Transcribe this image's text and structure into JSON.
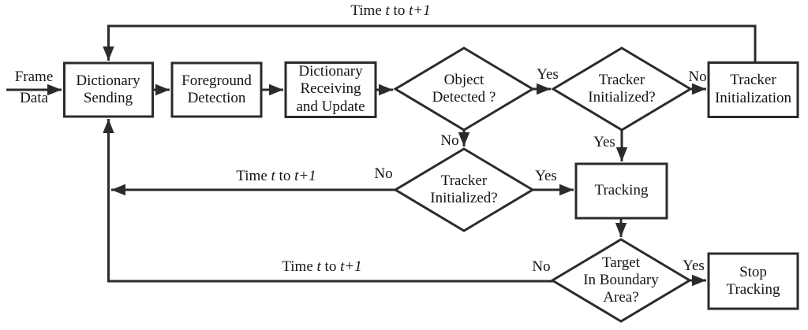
{
  "palette": {
    "line": "#2b2b2b",
    "text": "#151515",
    "node_fill": "#ffffff",
    "background": "#ffffff"
  },
  "nodes": {
    "frame_data_line1": "Frame",
    "frame_data_line2": "Data",
    "dictionary_sending": "Dictionary\nSending",
    "foreground_detection": "Foreground\nDetection",
    "dictionary_receiving": "Dictionary\nReceiving\nand Update",
    "object_detected": "Object\nDetected ?",
    "tracker_initialized_top": "Tracker\nInitialized?",
    "tracker_initialization": "Tracker\nInitialization",
    "tracker_initialized_mid": "Tracker\nInitialized?",
    "tracking": "Tracking",
    "target_in_boundary": "Target\nIn Boundary\nArea?",
    "stop_tracking": "Stop\nTracking"
  },
  "edge_labels": {
    "yes": "Yes",
    "no": "No",
    "time_word": "Time",
    "t_var": "t",
    "to_word": "to",
    "t_plus_one": "t+1"
  }
}
